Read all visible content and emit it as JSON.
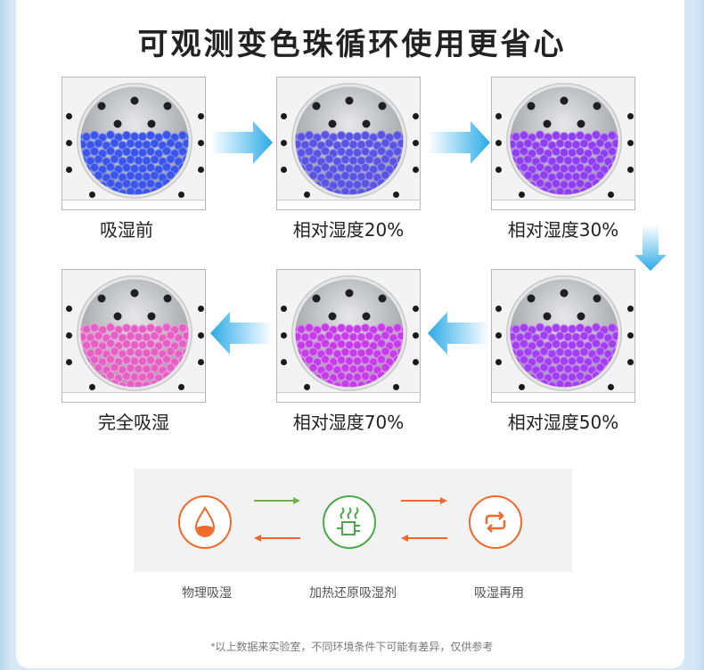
{
  "title": "可观测变色珠循环使用更省心",
  "stages": [
    {
      "caption": "吸湿前",
      "color": "#3a55e8",
      "color_light": "#6f83f5"
    },
    {
      "caption": "相对湿度20%",
      "color": "#5a55e0",
      "color_light": "#8a84f0"
    },
    {
      "caption": "相对湿度30%",
      "color": "#8e3ff0",
      "color_light": "#b67cf6"
    },
    {
      "caption": "相对湿度50%",
      "color": "#a23ff0",
      "color_light": "#c47ff7"
    },
    {
      "caption": "相对湿度70%",
      "color": "#c43ee8",
      "color_light": "#de86f2"
    },
    {
      "caption": "完全吸湿",
      "color": "#e360c4",
      "color_light": "#f39ad9"
    }
  ],
  "cycle": {
    "steps": [
      {
        "label": "物理吸湿",
        "icon": "water-drop-icon"
      },
      {
        "label": "加热还原吸湿剂",
        "icon": "heating-plug-icon"
      },
      {
        "label": "吸湿再用",
        "icon": "recycle-icon"
      }
    ],
    "accent": "#ef6a2a",
    "green": "#4aa84a"
  },
  "footnote": "*以上数据来实验室，不同环境条件下可能有差异，仅供参考"
}
